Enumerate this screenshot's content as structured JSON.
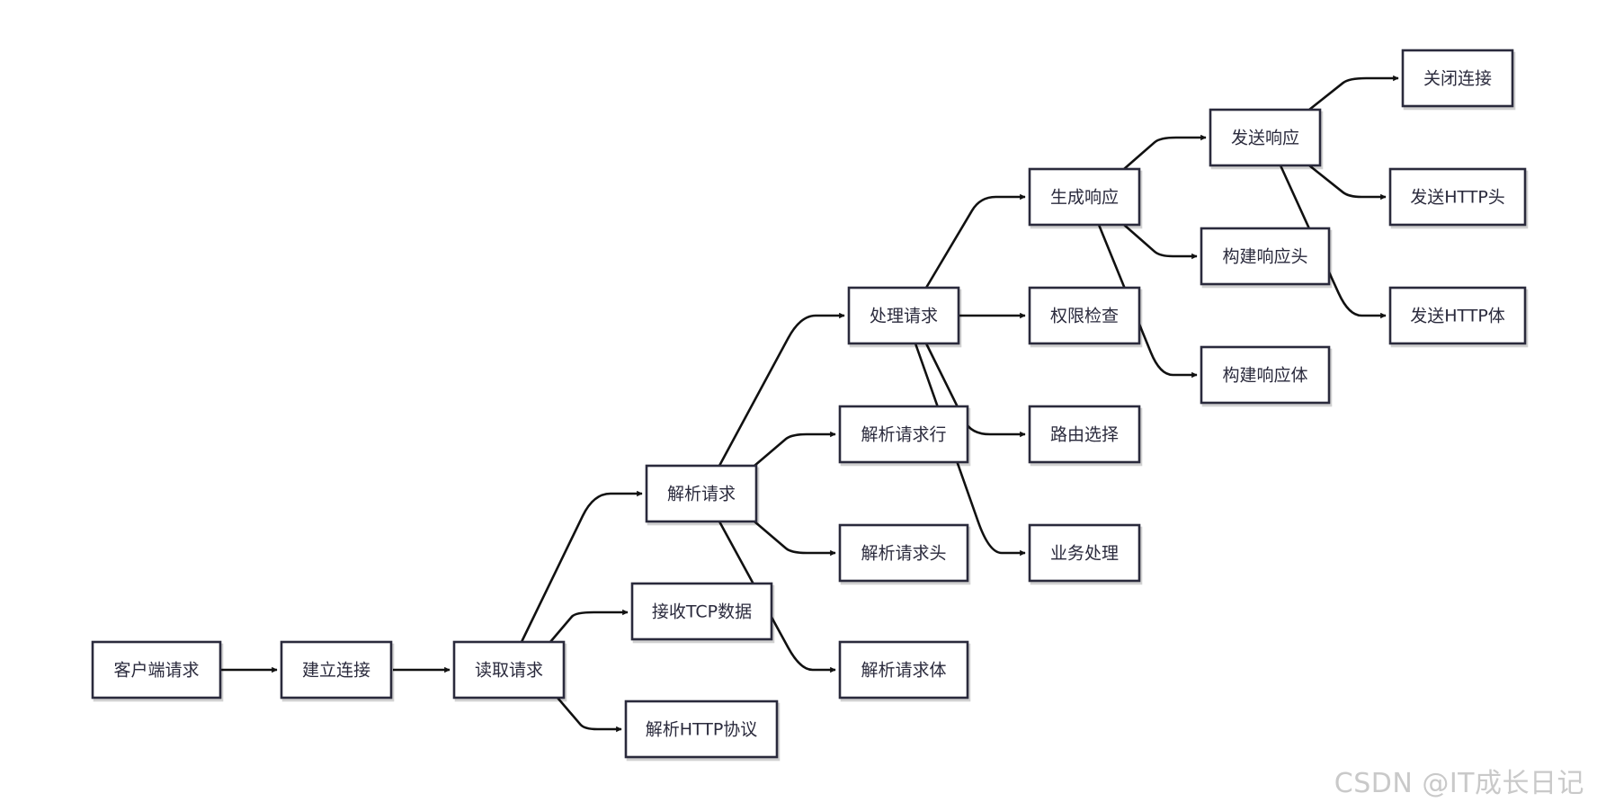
{
  "diagram": {
    "nodes": [
      {
        "id": "client-request",
        "label": "客户端请求"
      },
      {
        "id": "establish-connection",
        "label": "建立连接"
      },
      {
        "id": "read-request",
        "label": "读取请求"
      },
      {
        "id": "receive-tcp-data",
        "label": "接收TCP数据"
      },
      {
        "id": "parse-http-protocol",
        "label": "解析HTTP协议"
      },
      {
        "id": "parse-request",
        "label": "解析请求"
      },
      {
        "id": "parse-request-line",
        "label": "解析请求行"
      },
      {
        "id": "parse-request-header",
        "label": "解析请求头"
      },
      {
        "id": "parse-request-body",
        "label": "解析请求体"
      },
      {
        "id": "process-request",
        "label": "处理请求"
      },
      {
        "id": "permission-check",
        "label": "权限检查"
      },
      {
        "id": "route-selection",
        "label": "路由选择"
      },
      {
        "id": "business-processing",
        "label": "业务处理"
      },
      {
        "id": "generate-response",
        "label": "生成响应"
      },
      {
        "id": "build-response-header",
        "label": "构建响应头"
      },
      {
        "id": "build-response-body",
        "label": "构建响应体"
      },
      {
        "id": "send-response",
        "label": "发送响应"
      },
      {
        "id": "close-connection",
        "label": "关闭连接"
      },
      {
        "id": "send-http-header",
        "label": "发送HTTP头"
      },
      {
        "id": "send-http-body",
        "label": "发送HTTP体"
      }
    ],
    "edges": [
      {
        "from": "client-request",
        "to": "establish-connection"
      },
      {
        "from": "establish-connection",
        "to": "read-request"
      },
      {
        "from": "read-request",
        "to": "receive-tcp-data"
      },
      {
        "from": "read-request",
        "to": "parse-http-protocol"
      },
      {
        "from": "read-request",
        "to": "parse-request"
      },
      {
        "from": "parse-request",
        "to": "parse-request-line"
      },
      {
        "from": "parse-request",
        "to": "parse-request-header"
      },
      {
        "from": "parse-request",
        "to": "parse-request-body"
      },
      {
        "from": "parse-request",
        "to": "process-request"
      },
      {
        "from": "process-request",
        "to": "permission-check"
      },
      {
        "from": "process-request",
        "to": "route-selection"
      },
      {
        "from": "process-request",
        "to": "business-processing"
      },
      {
        "from": "process-request",
        "to": "generate-response"
      },
      {
        "from": "generate-response",
        "to": "build-response-header"
      },
      {
        "from": "generate-response",
        "to": "build-response-body"
      },
      {
        "from": "generate-response",
        "to": "send-response"
      },
      {
        "from": "send-response",
        "to": "close-connection"
      },
      {
        "from": "send-response",
        "to": "send-http-header"
      },
      {
        "from": "send-response",
        "to": "send-http-body"
      }
    ]
  },
  "watermark": "CSDN @IT成长日记"
}
